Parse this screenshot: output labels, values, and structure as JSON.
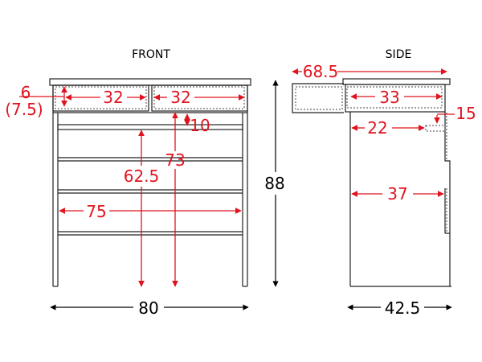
{
  "front": {
    "title": "FRONT",
    "top_drawer_height": "6",
    "top_drawer_height_alt": "(7.5)",
    "top_drawer_width_left": "32",
    "top_drawer_width_right": "32",
    "gap_height": "10",
    "inner_height": "62.5",
    "opening_height": "73",
    "inner_width": "75",
    "total_height": "88",
    "total_width": "80"
  },
  "side": {
    "title": "SIDE",
    "pullout_depth": "68.5",
    "drawer_depth": "33",
    "rail_height": "15",
    "rail_depth": "22",
    "shelf_depth": "37",
    "total_depth": "42.5"
  },
  "colors": {
    "dimension": "#e0141e",
    "outline": "#222222"
  }
}
